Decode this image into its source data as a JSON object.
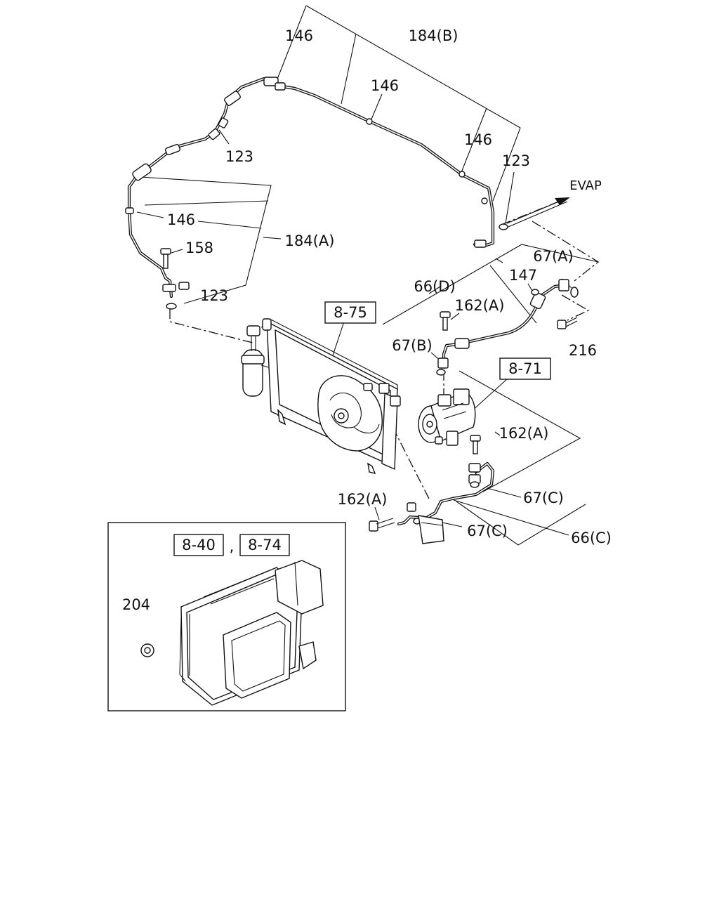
{
  "labels": {
    "l146_top": "146",
    "l184B": "184(B)",
    "l146_mid": "146",
    "l146_right": "146",
    "l123_right": "123",
    "evap": "EVAP",
    "l123_upper": "123",
    "l146_left": "146",
    "l184A": "184(A)",
    "l158": "158",
    "l123_lower": "123",
    "l66D": "66(D)",
    "l67A": "67(A)",
    "l147": "147",
    "l162A_1": "162(A)",
    "l67B": "67(B)",
    "l216": "216",
    "l162A_2": "162(A)",
    "l67C_1": "67(C)",
    "l162A_3": "162(A)",
    "l67C_2": "67(C)",
    "l66C": "66(C)",
    "l204": "204"
  },
  "refs": {
    "r875": "8-75",
    "r871": "8-71",
    "r840": "8-40",
    "r874": "8-74",
    "comma": ","
  }
}
